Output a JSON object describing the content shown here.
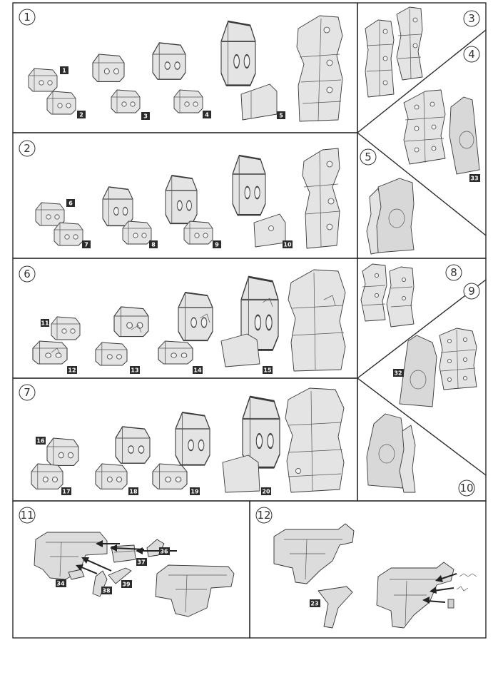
{
  "steps": [
    {
      "id": "1",
      "label": "1"
    },
    {
      "id": "2",
      "label": "2"
    },
    {
      "id": "3",
      "label": "3"
    },
    {
      "id": "4",
      "label": "4"
    },
    {
      "id": "5",
      "label": "5"
    },
    {
      "id": "6",
      "label": "6"
    },
    {
      "id": "7",
      "label": "7"
    },
    {
      "id": "8",
      "label": "8"
    },
    {
      "id": "9",
      "label": "9"
    },
    {
      "id": "10",
      "label": "10"
    },
    {
      "id": "11",
      "label": "11"
    },
    {
      "id": "12",
      "label": "12"
    }
  ],
  "part_tags": {
    "p1": "1",
    "p2": "2",
    "p3": "3",
    "p4": "4",
    "p5": "5",
    "p6": "6",
    "p7": "7",
    "p8": "8",
    "p9": "9",
    "p10": "10",
    "p11": "11",
    "p12": "12",
    "p13": "13",
    "p14": "14",
    "p15": "15",
    "p16": "16",
    "p17": "17",
    "p18": "18",
    "p19": "19",
    "p20": "20",
    "p23": "23",
    "p32": "32",
    "p33": "33",
    "p34": "34",
    "p36": "36",
    "p37": "37",
    "p38": "38",
    "p39": "39"
  }
}
